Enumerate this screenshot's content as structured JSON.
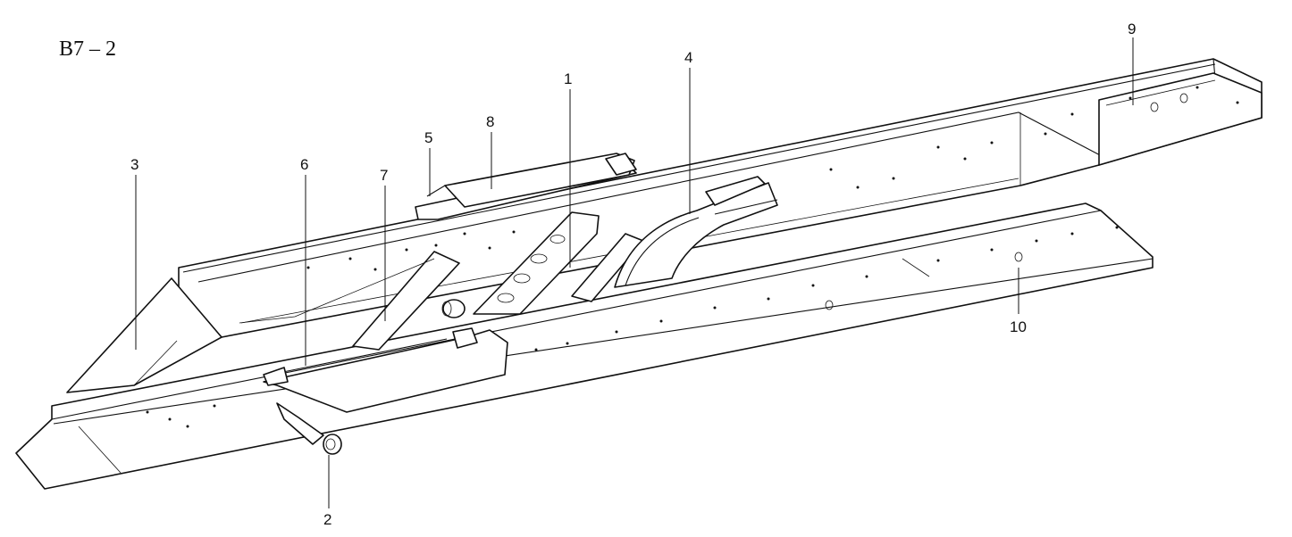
{
  "figure": {
    "code": "B7 – 2"
  },
  "callouts": [
    {
      "id": "callout-1",
      "text": "1"
    },
    {
      "id": "callout-2",
      "text": "2"
    },
    {
      "id": "callout-3",
      "text": "3"
    },
    {
      "id": "callout-4",
      "text": "4"
    },
    {
      "id": "callout-5",
      "text": "5"
    },
    {
      "id": "callout-6",
      "text": "6"
    },
    {
      "id": "callout-7",
      "text": "7"
    },
    {
      "id": "callout-8",
      "text": "8"
    },
    {
      "id": "callout-9",
      "text": "9"
    },
    {
      "id": "callout-10",
      "text": "10"
    }
  ],
  "colors": {
    "ink": "#111111",
    "paper": "#ffffff"
  }
}
